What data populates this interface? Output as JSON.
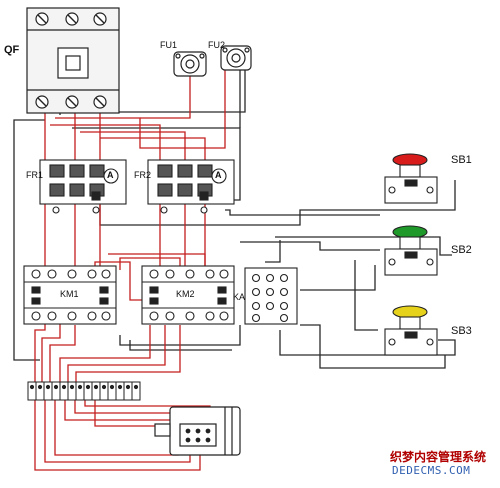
{
  "labels": {
    "qf": "QF",
    "fu1": "FU1",
    "fu2": "FU2",
    "fr1": "FR1",
    "fr2": "FR2",
    "km1": "KM1",
    "km2": "KM2",
    "ka": "KA",
    "sb1": "SB1",
    "sb2": "SB2",
    "sb3": "SB3",
    "ammeter": "A"
  },
  "watermark": {
    "line1": "织梦内容管理系统",
    "line2": "DEDECMS.COM"
  },
  "colors": {
    "wire_power": "#c41e1e",
    "wire_control": "#2a2a2a",
    "device_outline": "#222222",
    "sb1_button": "#d81b1b",
    "sb2_button": "#1f9a2a",
    "sb3_button": "#e6d21a"
  }
}
